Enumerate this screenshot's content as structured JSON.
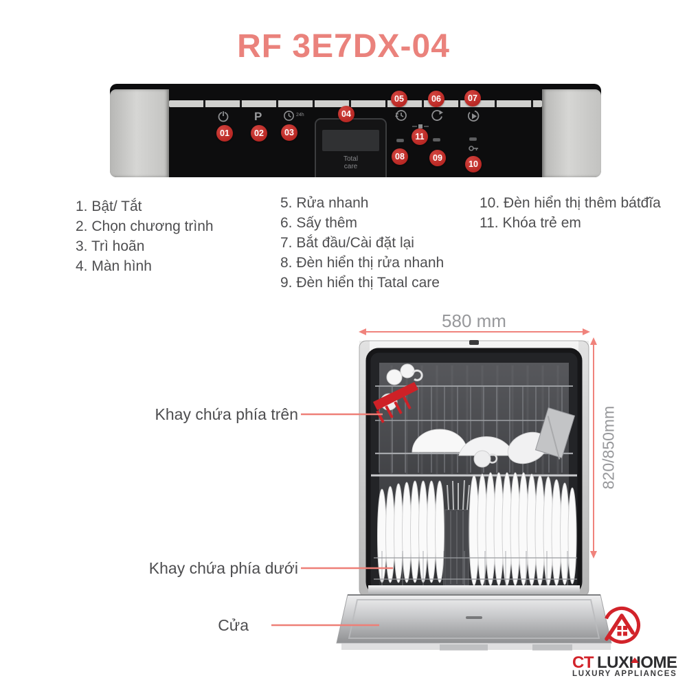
{
  "title": "RF 3E7DX-04",
  "panel": {
    "badges": [
      "01",
      "02",
      "03",
      "04",
      "05",
      "06",
      "07",
      "08",
      "09",
      "10",
      "11"
    ],
    "program_label": "P",
    "delay_hint": "24h",
    "display_label": "Total care"
  },
  "legend": {
    "col1": [
      "1. Bật/ Tắt",
      "2. Chọn chương trình",
      "3. Trì hoãn",
      "4. Màn hình"
    ],
    "col2": [
      "5. Rửa nhanh",
      "6. Sấy thêm",
      "7. Bắt đầu/Cài đặt lại",
      "8. Đèn hiển thị rửa nhanh",
      "9. Đèn hiển thị Tatal care"
    ],
    "col3": [
      "10. Đèn hiển thị thêm bátđĩa",
      "11. Khóa trẻ em"
    ]
  },
  "diagram": {
    "width_dim": "580 mm",
    "height_dim": "820/850mm",
    "labels": {
      "upper_rack": "Khay chứa phía trên",
      "lower_rack": "Khay chứa phía dưới",
      "door": "Cửa"
    }
  },
  "logo": {
    "ct": "CT",
    "lux": "LUX",
    "h": "H",
    "ome": "OME",
    "tagline": "LUXURY APPLIANCES"
  },
  "colors": {
    "title": "#ea827c",
    "badge_red": "#c2302c",
    "dimension_red": "#f0837c",
    "body_text": "#4e4e50",
    "dimension_text": "#97989b",
    "logo_red": "#d2232a",
    "logo_dark": "#2d2d2f"
  }
}
